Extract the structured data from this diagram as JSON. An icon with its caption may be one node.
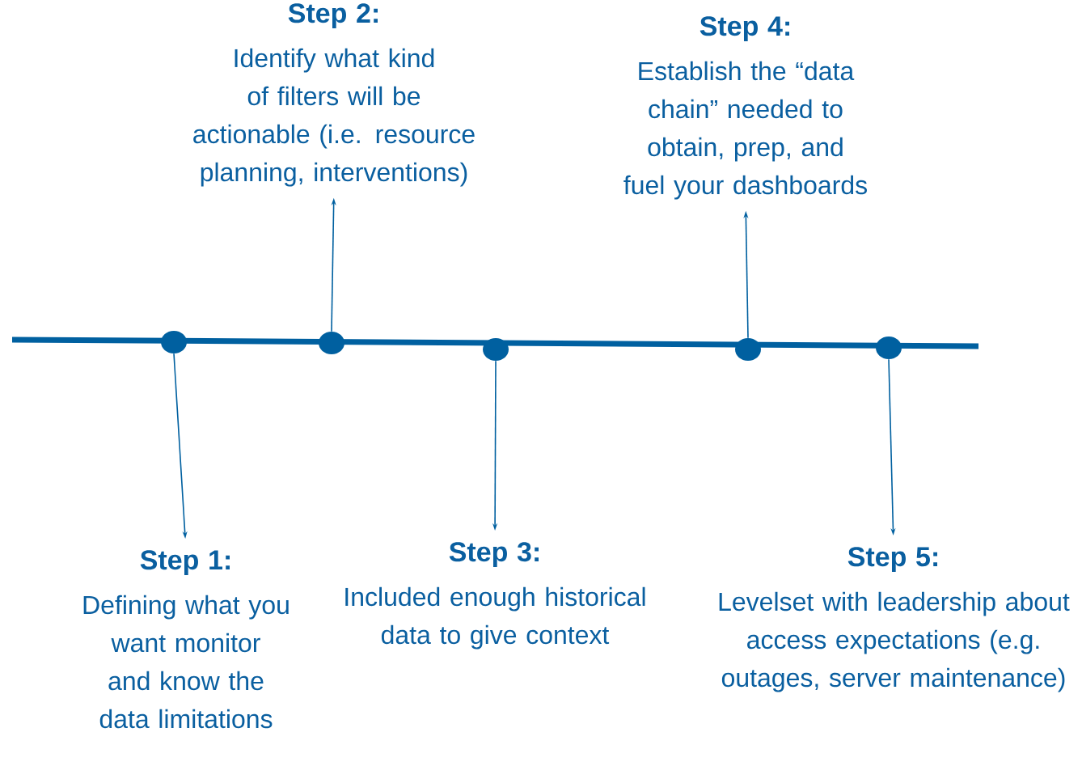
{
  "diagram": {
    "nodes": [
      {
        "text": [
          "Step 2:",
          "Identify what kind of filters will be actionable (i.e. resource planning, interventions)"
        ]
      },
      {
        "text": [
          "Step 4:",
          "Establish the “data chain” needed to obtain, prep, and fuel your dashboards"
        ]
      },
      {
        "text": [],
        "shape": "circle"
      },
      {
        "text": [],
        "shape": "circle"
      },
      {
        "text": [],
        "shape": "circle"
      },
      {
        "text": [],
        "shape": "circle"
      },
      {
        "text": [],
        "shape": "circle"
      },
      {
        "text": [
          "Step 1:",
          "Defining what you want monitor and know the data limitations"
        ]
      },
      {
        "text": [
          "Step 3:",
          "Included enough historical data to give context"
        ]
      },
      {
        "text": [
          "Step 5:",
          "Levelset with leadership about access expectations (e.g. outages, server maintenance)"
        ]
      }
    ],
    "edges": [
      {
        "from": 2,
        "to": 7,
        "arrow": "to"
      },
      {
        "from": 3,
        "to": 0,
        "arrow": "to"
      },
      {
        "from": 4,
        "to": 8,
        "arrow": "to"
      },
      {
        "from": 5,
        "to": 1,
        "arrow": "to"
      },
      {
        "from": 6,
        "to": 9,
        "arrow": "to"
      }
    ]
  }
}
